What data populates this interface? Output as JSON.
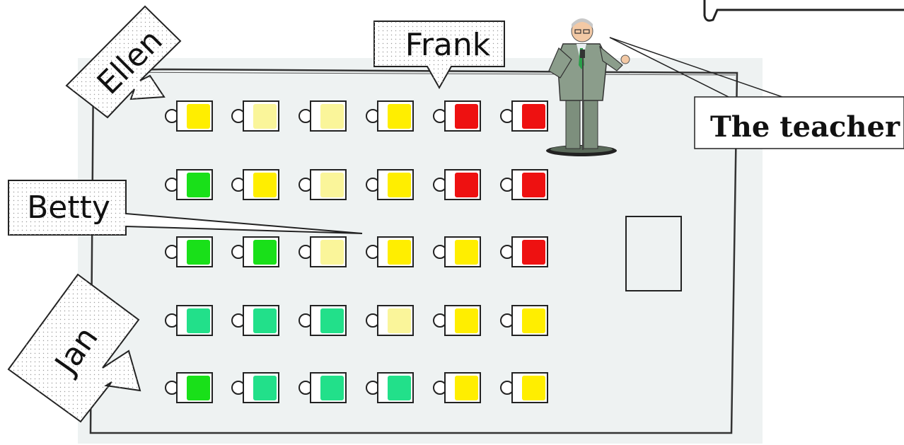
{
  "labels": {
    "ellen": "Ellen",
    "frank": "Frank",
    "betty": "Betty",
    "jan": "Jan",
    "teacher": "The teacher"
  },
  "colors": {
    "bright_green": "#19e019",
    "teal_green": "#22e08a",
    "pale_yellow": "#faf59a",
    "yellow": "#ffee00",
    "red": "#ee1111"
  },
  "seating": {
    "rows": [
      [
        "yellow",
        "pale_yellow",
        "pale_yellow",
        "yellow",
        "red",
        "red"
      ],
      [
        "bright_green",
        "yellow",
        "pale_yellow",
        "yellow",
        "red",
        "red"
      ],
      [
        "bright_green",
        "bright_green",
        "pale_yellow",
        "yellow",
        "yellow",
        "red"
      ],
      [
        "teal_green",
        "teal_green",
        "teal_green",
        "pale_yellow",
        "yellow",
        "yellow"
      ],
      [
        "bright_green",
        "teal_green",
        "teal_green",
        "teal_green",
        "yellow",
        "yellow"
      ]
    ]
  }
}
